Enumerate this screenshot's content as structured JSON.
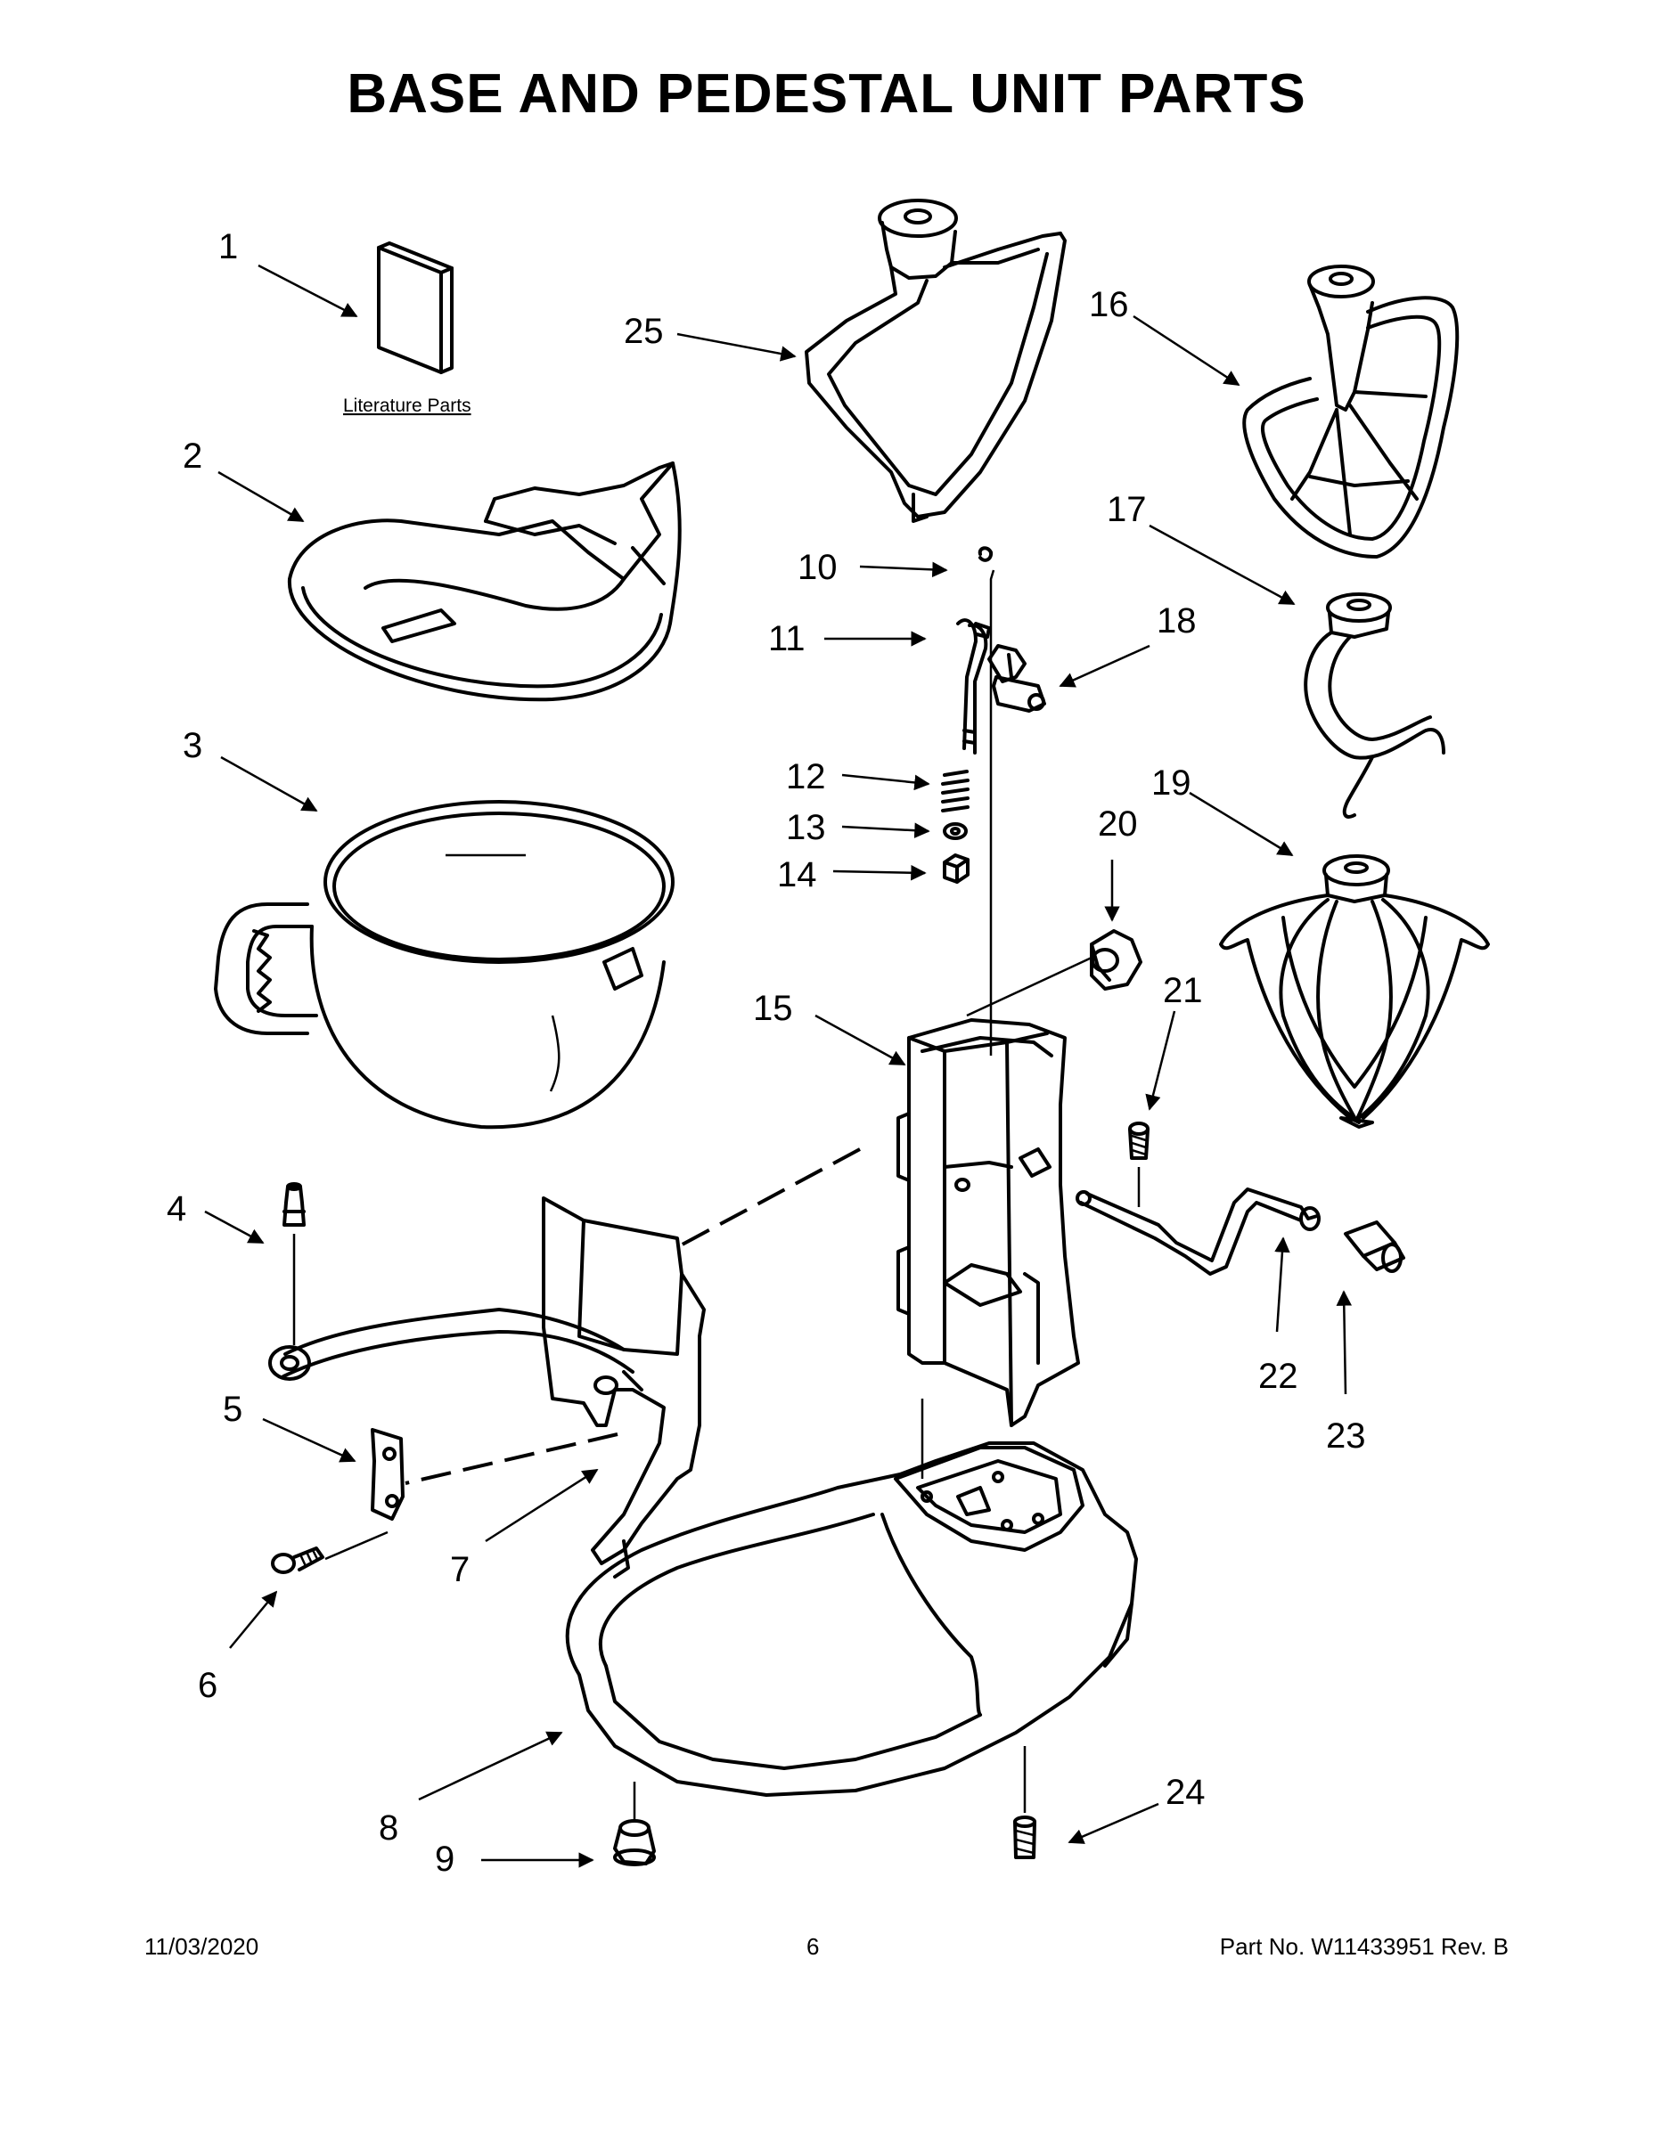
{
  "title": "BASE AND PEDESTAL UNIT PARTS",
  "literature_label": "Literature Parts",
  "callouts": {
    "c1": "1",
    "c2": "2",
    "c3": "3",
    "c4": "4",
    "c5": "5",
    "c6": "6",
    "c7": "7",
    "c8": "8",
    "c9": "9",
    "c10": "10",
    "c11": "11",
    "c12": "12",
    "c13": "13",
    "c14": "14",
    "c15": "15",
    "c16": "16",
    "c17": "17",
    "c18": "18",
    "c19": "19",
    "c20": "20",
    "c21": "21",
    "c22": "22",
    "c23": "23",
    "c24": "24",
    "c25": "25"
  },
  "footer": {
    "date": "11/03/2020",
    "page": "6",
    "part_no": "Part No.  W11433951  Rev.  B"
  }
}
